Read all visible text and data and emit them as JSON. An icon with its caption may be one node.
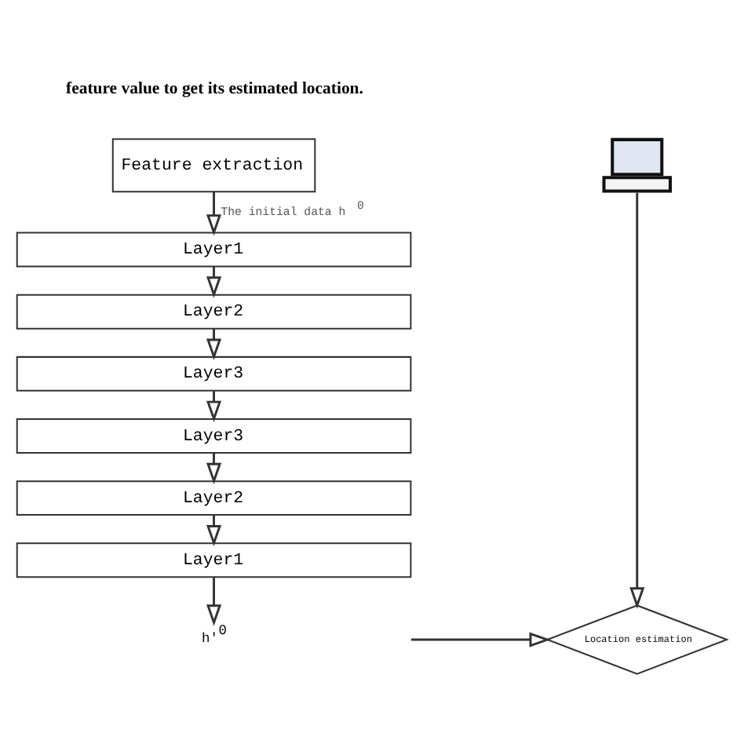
{
  "diagram": {
    "nodes": [
      {
        "text": [
          "Feature extraction"
        ]
      },
      {
        "text": [
          "Layer1"
        ]
      },
      {
        "text": [
          "Layer2"
        ]
      },
      {
        "text": [
          "Layer3"
        ]
      },
      {
        "text": [
          "Layer3"
        ]
      },
      {
        "text": [
          "Layer2"
        ]
      },
      {
        "text": [
          "Layer1"
        ]
      },
      {
        "text": [
          "h'$^{0}$"
        ]
      },
      {
        "text": [],
        "shape": "picture"
      },
      {
        "text": [
          "Location estimation"
        ]
      }
    ],
    "edges": [
      {
        "from": 0,
        "to": 1,
        "arrow": "to",
        "label": "The initial data h$^{0}$"
      },
      {
        "from": 1,
        "to": 2,
        "arrow": "to"
      },
      {
        "from": 2,
        "to": 3,
        "arrow": "to"
      },
      {
        "from": 3,
        "to": 4,
        "arrow": "to"
      },
      {
        "from": 4,
        "to": 5,
        "arrow": "to"
      },
      {
        "from": 5,
        "to": 6,
        "arrow": "to"
      },
      {
        "from": 6,
        "to": 7,
        "arrow": "to"
      },
      {
        "from": 7,
        "to": 9,
        "arrow": "to"
      },
      {
        "from": 8,
        "to": 9,
        "arrow": "to"
      }
    ],
    "labels": [
      "feature value to get its estimated location."
    ]
  }
}
